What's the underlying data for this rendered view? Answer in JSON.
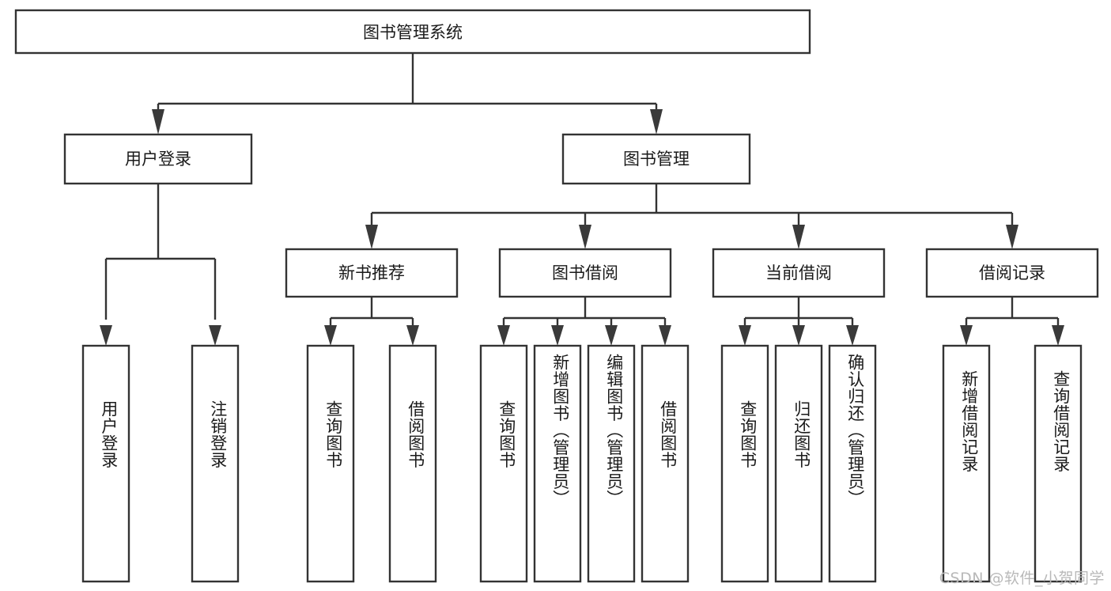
{
  "diagram": {
    "title": "图书管理系统",
    "type": "tree-hierarchy-diagram",
    "root": {
      "id": "root",
      "label": "图书管理系统",
      "orientation": "horizontal"
    },
    "level2": [
      {
        "id": "user-login",
        "label": "用户登录",
        "orientation": "horizontal"
      },
      {
        "id": "book-manage",
        "label": "图书管理",
        "orientation": "horizontal"
      }
    ],
    "level3": [
      {
        "id": "new-book-rec",
        "label": "新书推荐",
        "orientation": "horizontal",
        "parent": "book-manage"
      },
      {
        "id": "book-borrow",
        "label": "图书借阅",
        "orientation": "horizontal",
        "parent": "book-manage"
      },
      {
        "id": "current-borrow",
        "label": "当前借阅",
        "orientation": "horizontal",
        "parent": "book-manage"
      },
      {
        "id": "borrow-record",
        "label": "借阅记录",
        "orientation": "horizontal",
        "parent": "book-manage"
      }
    ],
    "leaves": [
      {
        "id": "leaf-user-login",
        "label": "用户登录",
        "parent": "user-login",
        "orientation": "vertical"
      },
      {
        "id": "leaf-logout-login",
        "label": "注销登录",
        "parent": "user-login",
        "orientation": "vertical"
      },
      {
        "id": "leaf-query-book-1",
        "label": "查询图书",
        "parent": "new-book-rec",
        "orientation": "vertical"
      },
      {
        "id": "leaf-borrow-book-1",
        "label": "借阅图书",
        "parent": "new-book-rec",
        "orientation": "vertical"
      },
      {
        "id": "leaf-query-book-2",
        "label": "查询图书",
        "parent": "book-borrow",
        "orientation": "vertical"
      },
      {
        "id": "leaf-add-book",
        "label": "新增图书（管理员）",
        "parent": "book-borrow",
        "orientation": "vertical"
      },
      {
        "id": "leaf-edit-book",
        "label": "编辑图书（管理员）",
        "parent": "book-borrow",
        "orientation": "vertical"
      },
      {
        "id": "leaf-borrow-book-2",
        "label": "借阅图书",
        "parent": "book-borrow",
        "orientation": "vertical"
      },
      {
        "id": "leaf-query-book-3",
        "label": "查询图书",
        "parent": "current-borrow",
        "orientation": "vertical"
      },
      {
        "id": "leaf-return-book",
        "label": "归还图书",
        "parent": "current-borrow",
        "orientation": "vertical"
      },
      {
        "id": "leaf-confirm-return",
        "label": "确认归还（管理员）",
        "parent": "current-borrow",
        "orientation": "vertical"
      },
      {
        "id": "leaf-add-record",
        "label": "新增借阅记录",
        "parent": "borrow-record",
        "orientation": "vertical"
      },
      {
        "id": "leaf-query-record",
        "label": "查询借阅记录",
        "parent": "borrow-record",
        "orientation": "vertical"
      }
    ],
    "colors": {
      "box_fill": "#ffffff",
      "box_stroke": "#333333",
      "text": "#1a1a1a",
      "connector": "#333333",
      "watermark": "#b9b9b9",
      "background": "#ffffff"
    }
  },
  "watermark": {
    "text": "CSDN @软件_小贺同学"
  }
}
